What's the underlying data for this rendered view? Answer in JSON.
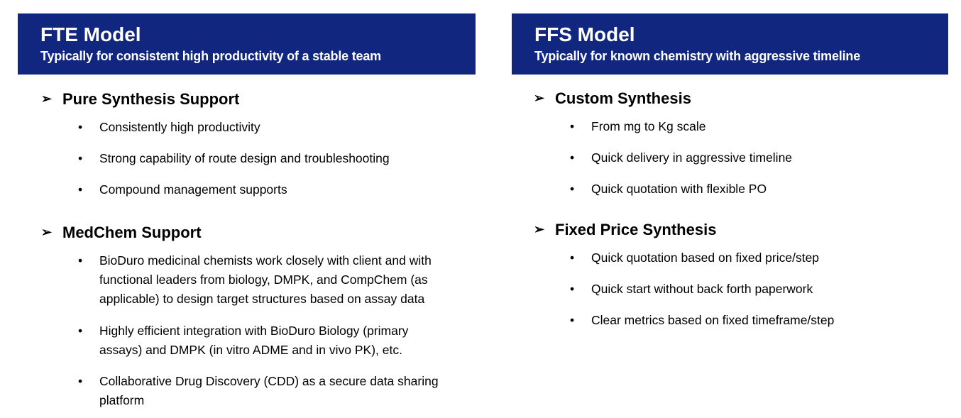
{
  "left": {
    "title": "FTE Model",
    "subtitle": "Typically for consistent high productivity of a stable team",
    "sections": [
      {
        "heading": "Pure Synthesis Support",
        "bullets": [
          [
            "Consistently high productivity"
          ],
          [
            "Strong capability of route design and troubleshooting"
          ],
          [
            "Compound management supports"
          ]
        ]
      },
      {
        "heading": "MedChem Support",
        "bullets": [
          [
            "BioDuro medicinal chemists work closely with client and with",
            "functional leaders from biology, DMPK, and CompChem (as",
            "applicable) to design target structures based on assay data"
          ],
          [
            "Highly efficient integration with BioDuro Biology (primary",
            "assays) and DMPK (in vitro ADME and in vivo PK), etc."
          ],
          [
            "Collaborative Drug Discovery (CDD) as a secure data sharing",
            "platform"
          ]
        ]
      }
    ]
  },
  "right": {
    "title": "FFS Model",
    "subtitle": "Typically for known chemistry with aggressive timeline",
    "sections": [
      {
        "heading": "Custom Synthesis",
        "bullets": [
          [
            "From mg to Kg scale"
          ],
          [
            "Quick delivery in aggressive timeline"
          ],
          [
            "Quick quotation with flexible PO"
          ]
        ]
      },
      {
        "heading": "Fixed Price Synthesis",
        "bullets": [
          [
            "Quick quotation based on fixed price/step"
          ],
          [
            "Quick start without back forth paperwork"
          ],
          [
            "Clear metrics based on fixed timeframe/step"
          ]
        ]
      }
    ]
  },
  "glyphs": {
    "arrow": "➢",
    "bullet": "•"
  }
}
